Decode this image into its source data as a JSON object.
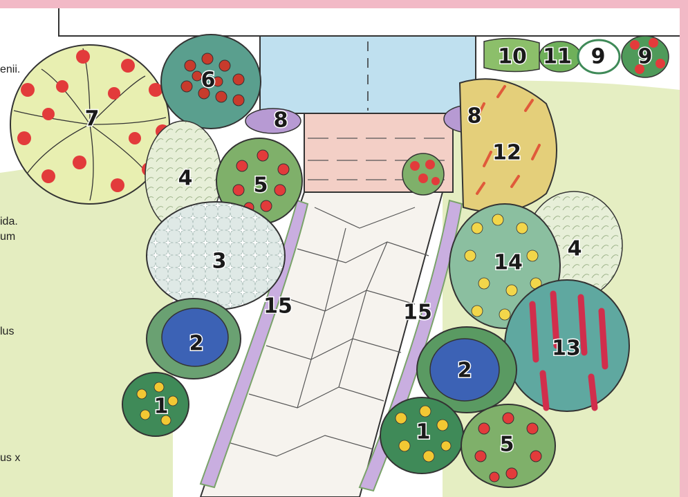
{
  "edge_text": [
    "enii.",
    "ida.",
    "um",
    "lus",
    "us x"
  ],
  "labels": {
    "plant_1": "1",
    "plant_2": "2",
    "plant_3": "3",
    "plant_4": "4",
    "plant_5": "5",
    "plant_6": "6",
    "plant_7": "7",
    "plant_8": "8",
    "plant_9": "9",
    "plant_10": "10",
    "plant_11": "11",
    "plant_12": "12",
    "plant_13": "13",
    "plant_14": "14",
    "plant_15": "15"
  },
  "colors": {
    "border": "#f2b9c6",
    "lawn": "#d9e7a8",
    "window": "#bfe0ef",
    "steps": "#f3cfc6",
    "path": "#f5f3ee",
    "lavender": "#c9aee0",
    "blue_flower": "#3c62b5",
    "red_flower": "#e23b3b",
    "yellow_flower": "#f2c833",
    "foliage": "#4f9a72"
  }
}
